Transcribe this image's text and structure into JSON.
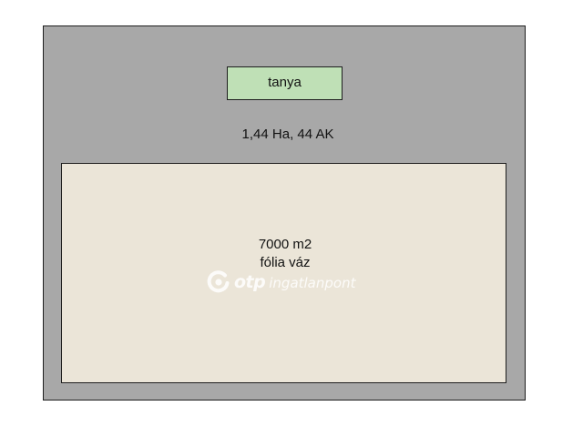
{
  "site_plan": {
    "building_label": "tanya",
    "plot_area_label": "1,44 Ha, 44 AK",
    "foil_area_label": "7000 m2",
    "foil_type_label": "fólia váz"
  },
  "watermark": {
    "brand": "otp",
    "sub": "ingatlanpont",
    "icon": "otp-logo-icon",
    "color": "#ffffff"
  },
  "colors": {
    "plot_fill": "#a8a8a8",
    "building_fill": "#bfe0b6",
    "foil_fill": "#ebe5d8",
    "outline": "#1e1e1e"
  }
}
